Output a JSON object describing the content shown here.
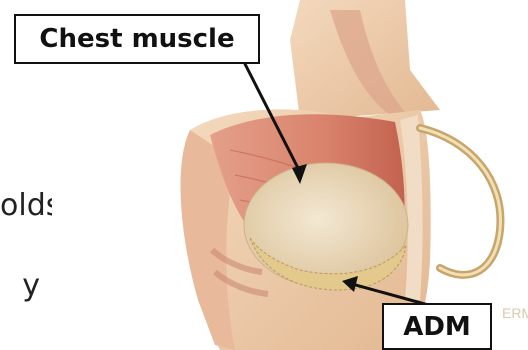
{
  "labels": {
    "chest_muscle": "Chest muscle",
    "adm": "ADM"
  },
  "side_text": {
    "fragment_1": "olds",
    "fragment_2": "y"
  },
  "watermark": {
    "right_edge": "ERM"
  },
  "colors": {
    "muscle": "#d9826b",
    "muscle_dark": "#c2624f",
    "skin": "#ecc7a3",
    "implant": "#e9d6b0",
    "adm": "#e4c98d",
    "arrow": "#111111",
    "box_border": "#111111"
  }
}
